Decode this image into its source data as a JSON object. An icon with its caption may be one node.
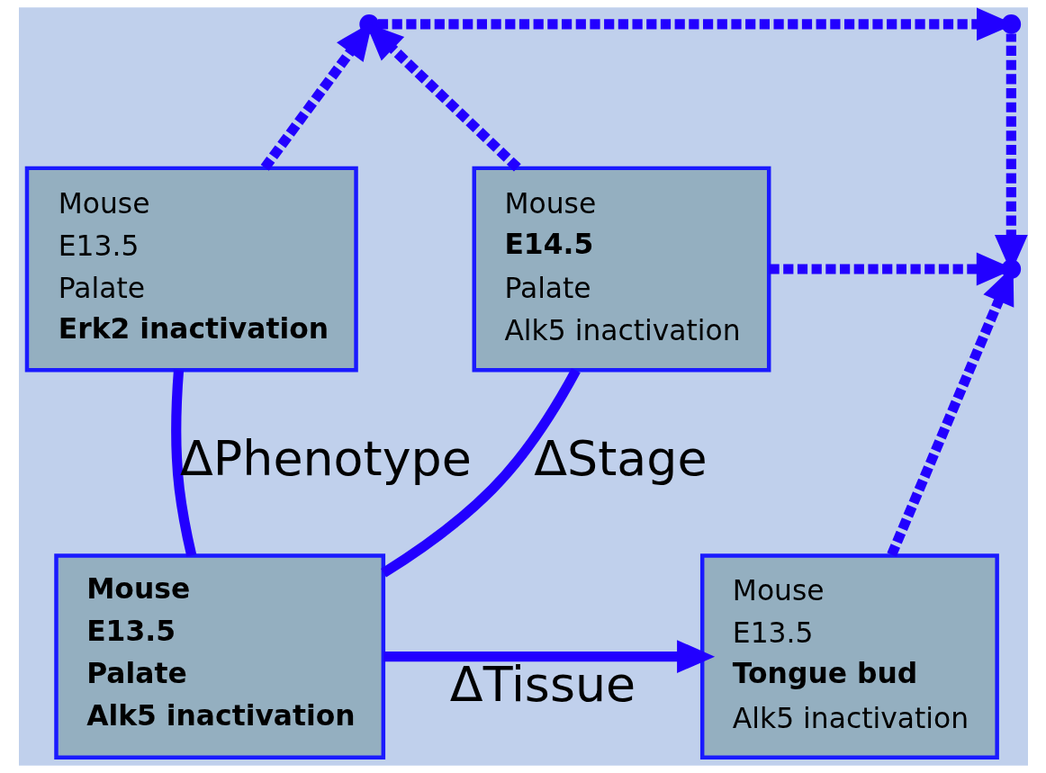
{
  "diagram": {
    "nodes": [
      {
        "text": [],
        "shape": "point"
      },
      {
        "text": [],
        "shape": "point"
      },
      {
        "text": [
          "Mouse",
          "E13.5",
          "Palate",
          "Erk2 inactivation"
        ]
      },
      {
        "text": [
          "Mouse",
          "E14.5",
          "Palate",
          "Alk5 inactivation"
        ]
      },
      {
        "text": [],
        "shape": "point"
      },
      {
        "text": [
          "Mouse",
          "E13.5",
          "Palate",
          "Alk5 inactivation"
        ]
      },
      {
        "text": [
          "Mouse",
          "E13.5",
          "Tongue bud",
          "Alk5 inactivation"
        ]
      }
    ],
    "edges": [
      {
        "from": 2,
        "to": 0,
        "arrow": "to",
        "style": "dashed"
      },
      {
        "from": 3,
        "to": 0,
        "arrow": "to",
        "style": "dashed"
      },
      {
        "from": 0,
        "to": 1,
        "arrow": "to",
        "style": "dashed"
      },
      {
        "from": 1,
        "to": 4,
        "arrow": "to",
        "style": "dashed"
      },
      {
        "from": 3,
        "to": 4,
        "arrow": "to",
        "style": "dashed"
      },
      {
        "from": 6,
        "to": 4,
        "arrow": "to",
        "style": "dashed"
      },
      {
        "from": 2,
        "to": 5,
        "arrow": "none",
        "label": "ΔPhenotype"
      },
      {
        "from": 5,
        "to": 3,
        "arrow": "none",
        "label": "ΔStage"
      },
      {
        "from": 5,
        "to": 6,
        "arrow": "to",
        "label": "ΔTissue"
      }
    ]
  }
}
